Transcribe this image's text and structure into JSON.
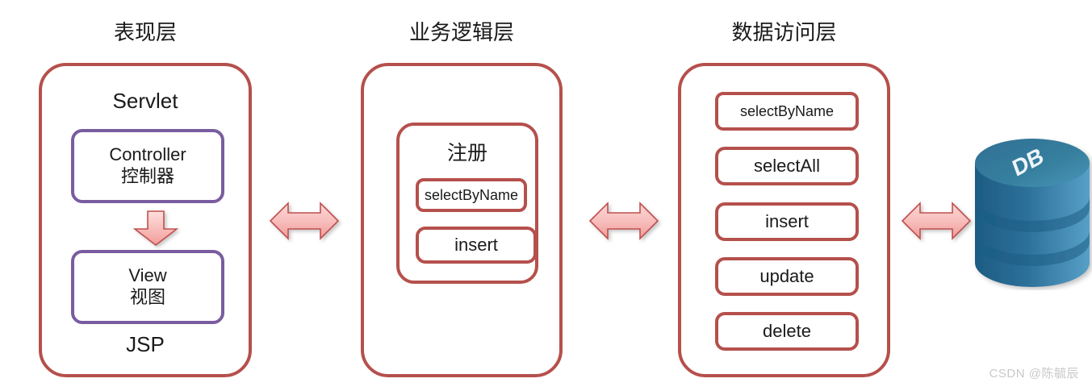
{
  "diagram": {
    "title_row": [
      {
        "id": "presentation",
        "label": "表现层"
      },
      {
        "id": "business",
        "label": "业务逻辑层"
      },
      {
        "id": "data-access",
        "label": "数据访问层"
      }
    ],
    "colors": {
      "panel_border": "#b5504c",
      "mvc_border": "#7a5ca0",
      "arrow_fill_light": "#fbd7d6",
      "arrow_fill_dark": "#f09a97",
      "arrow_border": "#c0504d",
      "db_top": "#2e6f96",
      "db_body_left": "#1f5f86",
      "db_body_right": "#4e96bd",
      "text": "#1a1a1a",
      "watermark": "#c9c9c9"
    },
    "presentation_layer": {
      "top_label": "Servlet",
      "bottom_label": "JSP",
      "controller": {
        "line1": "Controller",
        "line2": "控制器"
      },
      "view": {
        "line1": "View",
        "line2": "视图"
      },
      "flow_arrow": "down-arrow-icon"
    },
    "business_layer": {
      "group_title": "注册",
      "methods": [
        {
          "name": "selectByName",
          "size": "small"
        },
        {
          "name": "insert",
          "size": "normal"
        }
      ]
    },
    "data_access_layer": {
      "methods": [
        {
          "name": "selectByName"
        },
        {
          "name": "selectAll"
        },
        {
          "name": "insert"
        },
        {
          "name": "update"
        },
        {
          "name": "delete"
        }
      ]
    },
    "database": {
      "label": "DB",
      "icon": "database-cylinder-icon",
      "disc_count": 3
    },
    "connectors": [
      {
        "id": "presentation-business",
        "icon": "double-arrow-horizontal-icon"
      },
      {
        "id": "business-dataaccess",
        "icon": "double-arrow-horizontal-icon"
      },
      {
        "id": "dataaccess-database",
        "icon": "double-arrow-horizontal-icon"
      }
    ],
    "watermark": "CSDN @陈毓辰"
  }
}
